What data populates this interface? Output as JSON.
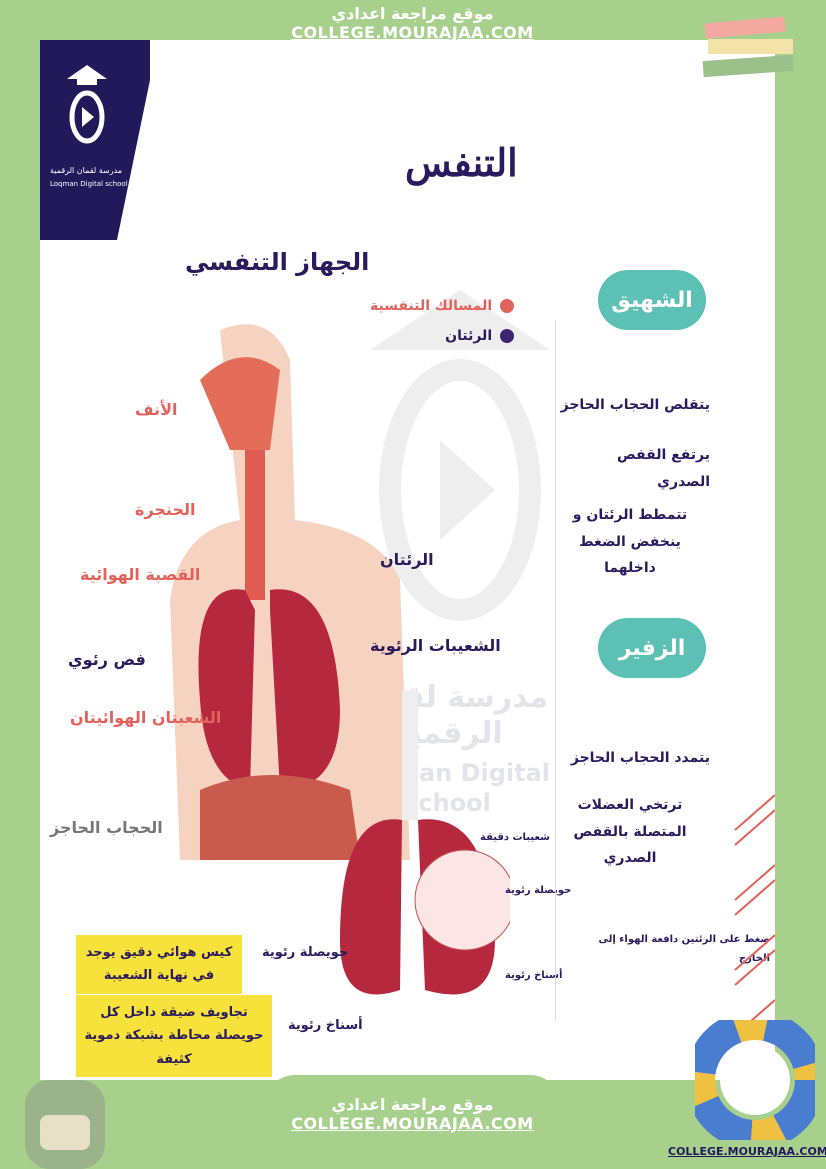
{
  "header": {
    "site_ar": "موقع مراجعة اعدادي",
    "site_url": "COLLEGE.MOURAJAA.COM"
  },
  "footer": {
    "site_ar": "موقع مراجعة اعدادي",
    "site_url": "COLLEGE.MOURAJAA.COM",
    "corner_url": "COLLEGE.MOURAJAA.COM"
  },
  "logo": {
    "name_ar": "مدرسة لقمان الرقمية",
    "name_en": "Loqman Digital school"
  },
  "watermark": {
    "ar": "مدرسة لقمان الرقمية",
    "en": "Loqman Digital school"
  },
  "title": "التنفس",
  "diagram": {
    "heading": "الجهاز التنفسي",
    "legend": [
      {
        "label": "المسالك التنفسية",
        "color": "#e2625c"
      },
      {
        "label": "الرئتان",
        "color": "#3d2470"
      }
    ],
    "labels": {
      "nose": "الأنف",
      "larynx": "الحنجرة",
      "trachea": "القصبة الهوائية",
      "lobe": "فص رئوي",
      "bronchi": "الشعبتان الهوائيتان",
      "diaphragm": "الحجاب الحاجز",
      "lungs": "الرئتان",
      "bronchioles": "الشعيبات الرئوية"
    },
    "detail_labels": {
      "fine_bronchioles": "شعيبات دقيقة",
      "alveolus": "حويصلة رئوية",
      "alveolar_sacs": "أسناخ رئوية"
    }
  },
  "definitions": [
    {
      "term": "حويصلة رئوية",
      "text": "كيس هوائي دقيق يوجد في نهاية الشعيبة"
    },
    {
      "term": "أسناخ رئوية",
      "text": "تجاويف ضيقة داخل كل حويصلة محاطة بشبكة دموية كثيفة"
    }
  ],
  "inhalation": {
    "title": "الشهيق",
    "steps": [
      "يتقلص الحجاب الحاجز",
      "يرتفع القفص الصدري",
      "تتمطط الرئتان و ينخفض الضغط داخلهما"
    ]
  },
  "exhalation": {
    "title": "الزفير",
    "steps": [
      "يتمدد الحجاب الحاجز",
      "ترتخي العضلات المتصلة بالقفص الصدري",
      "ضغط على الرئتين دافعة الهواء إلى الخارج"
    ]
  },
  "colors": {
    "frame": "#a8d08d",
    "accent": "#5cc0b5",
    "navy": "#2a1a5e",
    "red": "#e2625c",
    "highlight": "#f6e23a"
  }
}
